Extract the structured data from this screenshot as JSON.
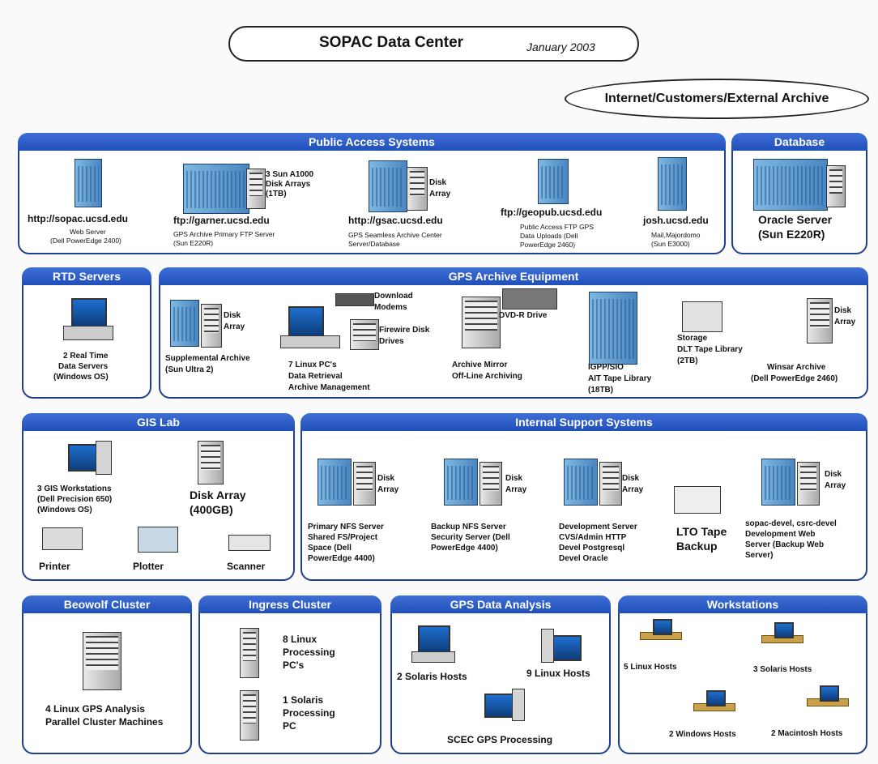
{
  "title": "SOPAC Data Center",
  "date": "January 2003",
  "external": "Internet/Customers/External Archive",
  "public_access": {
    "header": "Public Access Systems",
    "sopac": {
      "url": "http://sopac.ucsd.edu",
      "desc1": "Web Server",
      "desc2": "(Dell PowerEdge 2400)"
    },
    "garner": {
      "array1": "3 Sun A1000",
      "array2": "Disk Arrays",
      "array3": "(1TB)",
      "url": "ftp://garner.ucsd.edu",
      "desc1": "GPS Archive Primary FTP Server",
      "desc2": "(Sun E220R)"
    },
    "gsac": {
      "array1": "Disk",
      "array2": "Array",
      "url": "http://gsac.ucsd.edu",
      "desc1": "GPS Seamless Archive Center",
      "desc2": "Server/Database"
    },
    "geopub": {
      "url": "ftp://geopub.ucsd.edu",
      "desc1": "Public Access FTP GPS",
      "desc2": "Data Uploads (Dell",
      "desc3": "PowerEdge 2460)"
    },
    "josh": {
      "url": "josh.ucsd.edu",
      "desc1": "Mail,Majordomo",
      "desc2": "(Sun E3000)"
    }
  },
  "database": {
    "header": "Database",
    "line1": "Oracle Server",
    "line2": "(Sun E220R)"
  },
  "rtd": {
    "header": "RTD Servers",
    "line1": "2 Real Time",
    "line2": "Data Servers",
    "line3": "(Windows OS)"
  },
  "gps_archive": {
    "header": "GPS Archive Equipment",
    "supp": {
      "array1": "Disk",
      "array2": "Array",
      "line1": "Supplemental Archive",
      "line2": "(Sun Ultra 2)"
    },
    "linux": {
      "download1": "Download",
      "download2": "Modems",
      "firewire1": "Firewire Disk",
      "firewire2": "Drives",
      "line1": "7 Linux PC's",
      "line2": "Data Retrieval",
      "line3": "Archive Management"
    },
    "mirror": {
      "dvd": "DVD-R Drive",
      "line1": "Archive Mirror",
      "line2": "Off-Line Archiving"
    },
    "igpp": {
      "line1": "IGPP/SIO",
      "line2": "AIT Tape Library",
      "line3": "(18TB)"
    },
    "storage": {
      "line1": "Storage",
      "line2": "DLT Tape Library",
      "line3": "(2TB)"
    },
    "winsar": {
      "array1": "Disk",
      "array2": "Array",
      "line1": "Winsar Archive",
      "line2": "(Dell PowerEdge 2460)"
    }
  },
  "gis": {
    "header": "GIS Lab",
    "ws1": "3 GIS Workstations",
    "ws2": "(Dell Precision 650)",
    "ws3": "(Windows OS)",
    "disk1": "Disk Array",
    "disk2": "(400GB)",
    "printer": "Printer",
    "plotter": "Plotter",
    "scanner": "Scanner"
  },
  "internal": {
    "header": "Internal Support Systems",
    "nfs": {
      "array1": "Disk",
      "array2": "Array",
      "line1": "Primary NFS Server",
      "line2": "Shared FS/Project",
      "line3": "Space (Dell",
      "line4": "PowerEdge 4400)"
    },
    "backup": {
      "array1": "Disk",
      "array2": "Array",
      "line1": "Backup NFS Server",
      "line2": "Security Server (Dell",
      "line3": "PowerEdge 4400)"
    },
    "dev": {
      "array1": "Disk",
      "array2": "Array",
      "line1": "Development Server",
      "line2": "CVS/Admin HTTP",
      "line3": "Devel Postgresql",
      "line4": "Devel Oracle"
    },
    "lto": {
      "line1": "LTO Tape",
      "line2": "Backup"
    },
    "sopacdev": {
      "array1": "Disk",
      "array2": "Array",
      "line1": "sopac-devel, csrc-devel",
      "line2": "Development Web",
      "line3": "Server (Backup Web",
      "line4": "Server)"
    }
  },
  "beowolf": {
    "header": "Beowolf Cluster",
    "line1": "4 Linux GPS Analysis",
    "line2": "Parallel Cluster Machines"
  },
  "ingress": {
    "header": "Ingress Cluster",
    "a1": "8 Linux",
    "a2": "Processing",
    "a3": "PC's",
    "b1": "1 Solaris",
    "b2": "Processing",
    "b3": "PC"
  },
  "gps_analysis": {
    "header": "GPS Data Analysis",
    "solaris": "2 Solaris Hosts",
    "linux": "9 Linux Hosts",
    "scec": "SCEC GPS Processing"
  },
  "workstations": {
    "header": "Workstations",
    "linux": "5 Linux Hosts",
    "solaris": "3 Solaris Hosts",
    "windows": "2 Windows Hosts",
    "mac": "2 Macintosh Hosts"
  }
}
